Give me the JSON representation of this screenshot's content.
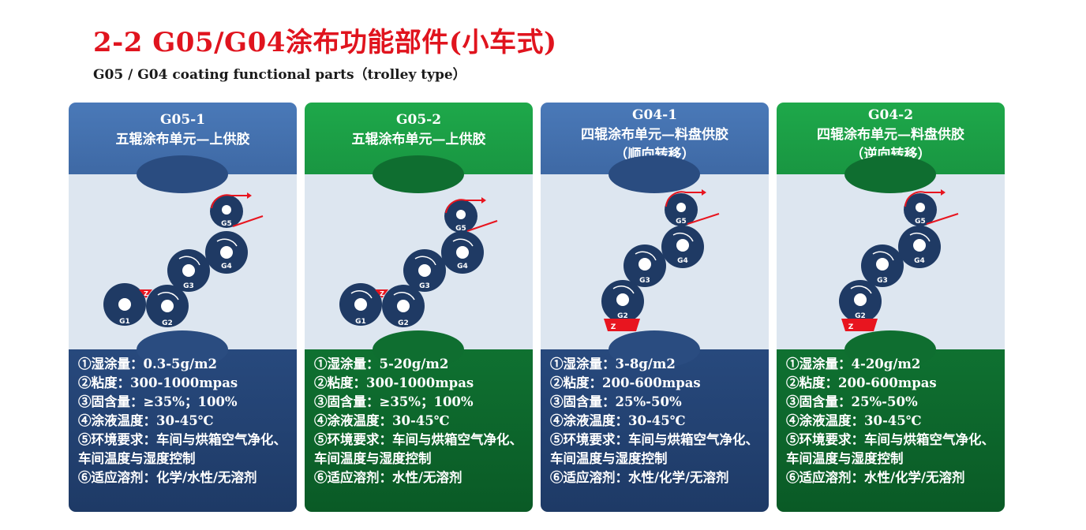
{
  "title": "2-2  G05/G04涂布功能部件(小车式)",
  "subtitle": "G05 / G04 coating functional parts（trolley type）",
  "colors": {
    "title_red": "#e0141e",
    "blue_panel": "#2b4f86",
    "green_panel": "#117a35",
    "roller": "#1f3a64",
    "diagram_bg": "#dde6f0",
    "accent_red": "#e8151f"
  },
  "cards": [
    {
      "code": "G05-1",
      "name": "五辊涂布单元—上供胶",
      "direction": "",
      "theme": "blue",
      "rollers": [
        "G1",
        "G2",
        "G3",
        "G4",
        "G5"
      ],
      "z_label": "Z",
      "specs": [
        "①湿涂量：0.3-5g/m2",
        "②粘度：300-1000mpas",
        "③固含量：≥35%；100%",
        "④涂液温度：30-45℃",
        "⑤环境要求：车间与烘箱空气净化、车间温度与湿度控制",
        "⑥适应溶剂：化学/水性/无溶剂"
      ]
    },
    {
      "code": "G05-2",
      "name": "五辊涂布单元—上供胶",
      "direction": "",
      "theme": "green",
      "rollers": [
        "G1",
        "G2",
        "G3",
        "G4",
        "G5"
      ],
      "z_label": "Z",
      "specs": [
        "①湿涂量：5-20g/m2",
        "②粘度：300-1000mpas",
        "③固含量：≥35%；100%",
        "④涂液温度：30-45℃",
        "⑤环境要求：车间与烘箱空气净化、车间温度与湿度控制",
        "⑥适应溶剂：水性/无溶剂"
      ]
    },
    {
      "code": "G04-1",
      "name": "四辊涂布单元—料盘供胶",
      "direction": "（顺向转移）",
      "theme": "blue",
      "rollers": [
        "G2",
        "G3",
        "G4",
        "G5"
      ],
      "z_label": "Z",
      "specs": [
        "①湿涂量：3-8g/m2",
        "②粘度：200-600mpas",
        "③固含量：25%-50%",
        "④涂液温度：30-45℃",
        "⑤环境要求：车间与烘箱空气净化、车间温度与湿度控制",
        "⑥适应溶剂：水性/化学/无溶剂"
      ]
    },
    {
      "code": "G04-2",
      "name": "四辊涂布单元—料盘供胶",
      "direction": "（逆向转移）",
      "theme": "green",
      "rollers": [
        "G2",
        "G3",
        "G4",
        "G5"
      ],
      "z_label": "Z",
      "specs": [
        "①湿涂量：4-20g/m2",
        "②粘度：200-600mpas",
        "③固含量：25%-50%",
        "④涂液温度：30-45℃",
        "⑤环境要求：车间与烘箱空气净化、车间温度与湿度控制",
        "⑥适应溶剂：水性/化学/无溶剂"
      ]
    }
  ]
}
